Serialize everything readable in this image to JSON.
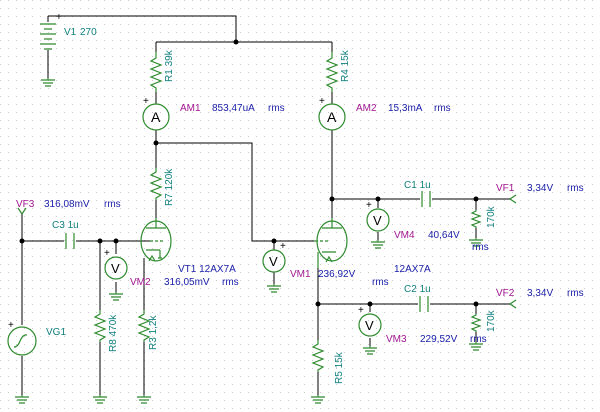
{
  "schematic": {
    "sources": [
      {
        "name": "V1",
        "value": "270"
      },
      {
        "name": "VG1",
        "value": ""
      }
    ],
    "resistors": [
      {
        "name": "R1",
        "value": "39k"
      },
      {
        "name": "R4",
        "value": "15k"
      },
      {
        "name": "R7",
        "value": "120k"
      },
      {
        "name": "R8",
        "value": "470k"
      },
      {
        "name": "R3",
        "value": "1,2k"
      },
      {
        "name": "R5",
        "value": "15k"
      },
      {
        "name": "",
        "value": "170k"
      },
      {
        "name": "",
        "value": "170k"
      }
    ],
    "capacitors": [
      {
        "name": "C3",
        "value": "1u"
      },
      {
        "name": "C1",
        "value": "1u"
      },
      {
        "name": "C2",
        "value": "1u"
      }
    ],
    "tubes": [
      {
        "name": "VT1",
        "value": "12AX7A"
      },
      {
        "name": "",
        "value": "12AX7A"
      }
    ],
    "meters": [
      {
        "name": "AM1",
        "symbol": "A",
        "reading": "853,47uA",
        "mode": "rms"
      },
      {
        "name": "AM2",
        "symbol": "A",
        "reading": "15,3mA",
        "mode": "rms"
      },
      {
        "name": "VM1",
        "symbol": "V",
        "reading": "236,92V",
        "mode": "rms"
      },
      {
        "name": "VM2",
        "symbol": "V",
        "reading": "316,05mV",
        "mode": "rms"
      },
      {
        "name": "VM3",
        "symbol": "V",
        "reading": "229,52V",
        "mode": "rms"
      },
      {
        "name": "VM4",
        "symbol": "V",
        "reading": "40,64V",
        "mode": "rms"
      }
    ],
    "probes": [
      {
        "name": "VF1",
        "reading": "3,34V",
        "mode": "rms"
      },
      {
        "name": "VF2",
        "reading": "3,34V",
        "mode": "rms"
      },
      {
        "name": "VF3",
        "reading": "316,08mV",
        "mode": "rms"
      }
    ],
    "polarity_mark": "+",
    "colors": {
      "wire": "#000000",
      "symbol": "#2e8b2e",
      "component_label": "#0f7f7f",
      "value_label": "#1c20a8",
      "meter_label": "#a0168f"
    }
  }
}
